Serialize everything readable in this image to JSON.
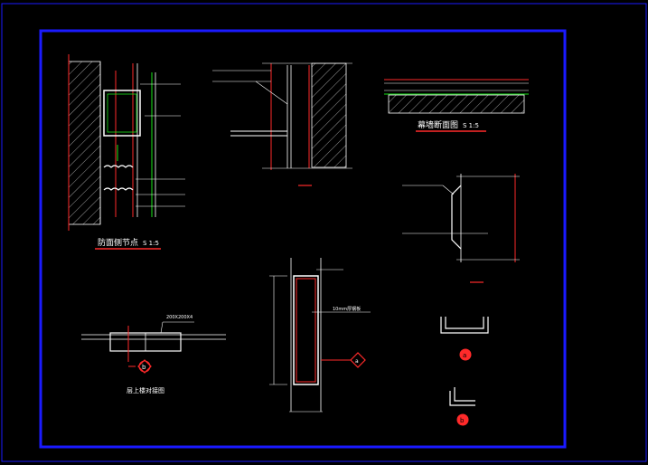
{
  "drawing": {
    "colors": {
      "background": "#000000",
      "frame": "#1a1aff",
      "outer_frame": "#1a1aff",
      "line_white": "#ffffff",
      "line_red": "#ff2a2a",
      "line_green": "#19e619",
      "line_yellow": "#ffff33",
      "line_cyan": "#33ffff",
      "line_magenta": "#ff33ff"
    },
    "titles": {
      "side_node": "防面侧节点",
      "side_node_scale": "S 1:5",
      "wall_section": "幕墙断面图",
      "wall_section_scale": "S 1:5",
      "bottom_left": "层上楼对接图"
    },
    "markers": {
      "bottom_left_circle": "b",
      "middle_arrow": "a",
      "right_circle_a": "a",
      "right_circle_b": "b"
    },
    "annotations": {
      "mid_small_label": "10mm厚钢板",
      "left_block_label": "200X200X4"
    }
  }
}
